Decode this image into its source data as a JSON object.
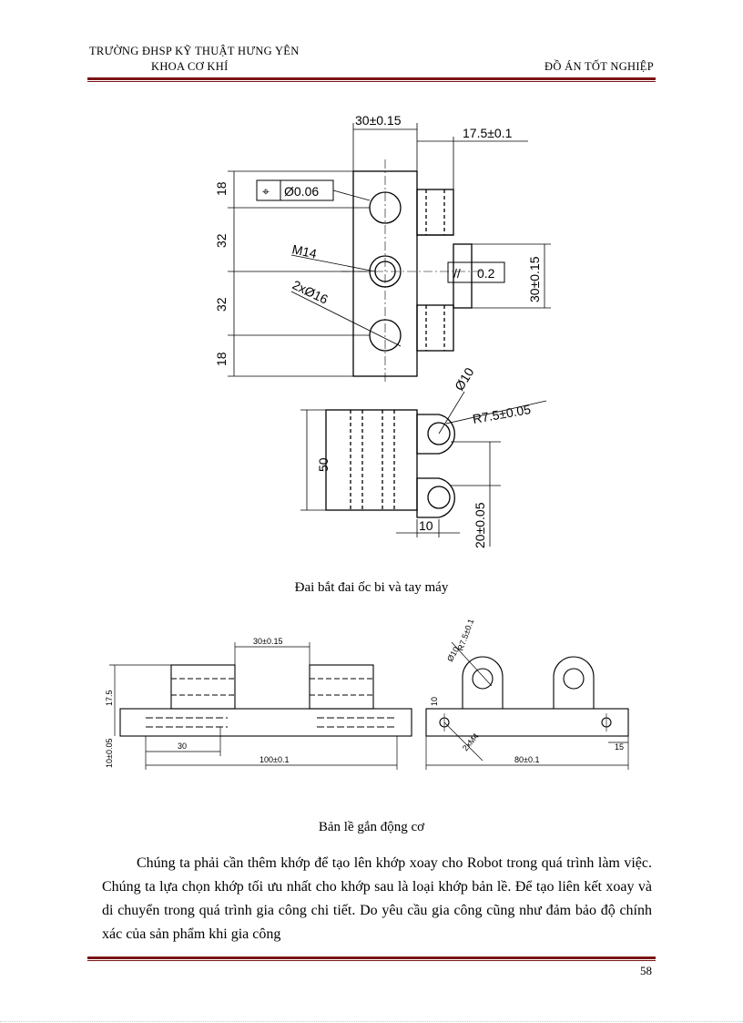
{
  "header": {
    "school": "TRƯỜNG ĐHSP KỸ THUẬT HƯNG YÊN",
    "faculty": "KHOA CƠ KHÍ",
    "doc_type": "ĐỒ ÁN TỐT NGHIỆP"
  },
  "figure1": {
    "caption": "Đai bắt đai ốc bi và tay máy",
    "dims": {
      "top_width": "30±0.15",
      "side_width": "17.5±0.1",
      "gdt_position_symbol": "⌖",
      "gdt_position_value": "Ø0.06",
      "gdt_parallel_symbol": "//",
      "gdt_parallel_value": "0.2",
      "v18a": "18",
      "v32a": "32",
      "v32b": "32",
      "v18b": "18",
      "thread": "M14",
      "holes": "2xØ16",
      "right_height": "30±0.15",
      "hole_small": "Ø10",
      "radius": "R7.5±0.05",
      "height50": "50",
      "w10": "10",
      "h20": "20±0.05"
    }
  },
  "figure2": {
    "caption": "Bản lề gắn động cơ",
    "dims": {
      "top_width": "30±0.15",
      "h17": "17.5",
      "h10": "10±0.05",
      "w30": "30",
      "total": "100±0.1",
      "radius": "R7.5±0.1",
      "hole": "Ø10",
      "h10b": "10",
      "m4": "2xM4",
      "w80": "80±0.1",
      "w15": "15"
    }
  },
  "body_text": "Chúng ta phải cần thêm khớp để tạo lên khớp xoay cho Robot trong quá trình làm việc. Chúng ta lựa chọn khớp tối ưu nhất cho khớp sau là loại khớp bản lề. Để tạo liên kết xoay và di chuyển trong quá trình gia công chi tiết. Do yêu cầu gia công cũng như đảm bảo độ chính xác của sản phẩm khi gia công",
  "page_number": "58"
}
